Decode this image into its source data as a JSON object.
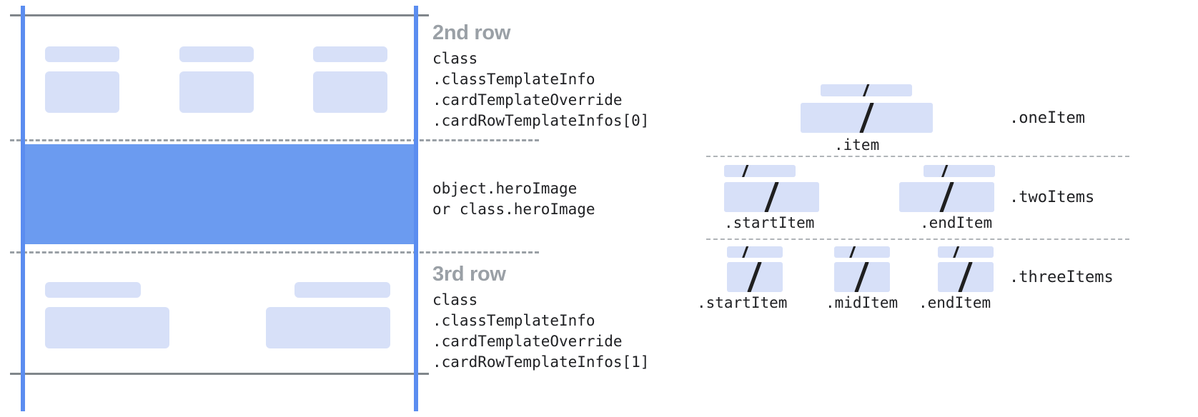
{
  "colors": {
    "hero_blue": "#6b9bf0",
    "placeholder_blue": "#d7e0f8",
    "guide_blue": "#5b8df0",
    "rule_gray": "#80868b",
    "heading_gray": "#9aa0a6",
    "text_black": "#202124"
  },
  "card_diagram": {
    "rows": [
      {
        "heading": "2nd row",
        "code_lines": [
          "class",
          ".classTemplateInfo",
          ".cardTemplateOverride",
          ".cardRowTemplateInfos[0]"
        ]
      },
      {
        "heading": "",
        "code_lines": [
          "object.heroImage",
          "or class.heroImage"
        ]
      },
      {
        "heading": "3rd row",
        "code_lines": [
          "class",
          ".classTemplateInfo",
          ".cardTemplateOverride",
          ".cardRowTemplateInfos[1]"
        ]
      }
    ]
  },
  "item_diagram": {
    "groups": [
      {
        "name": ".oneItem",
        "items": [
          {
            "caption": ".item"
          }
        ]
      },
      {
        "name": ".twoItems",
        "items": [
          {
            "caption": ".startItem"
          },
          {
            "caption": ".endItem"
          }
        ]
      },
      {
        "name": ".threeItems",
        "items": [
          {
            "caption": ".startItem"
          },
          {
            "caption": ".midItem"
          },
          {
            "caption": ".endItem"
          }
        ]
      }
    ]
  }
}
